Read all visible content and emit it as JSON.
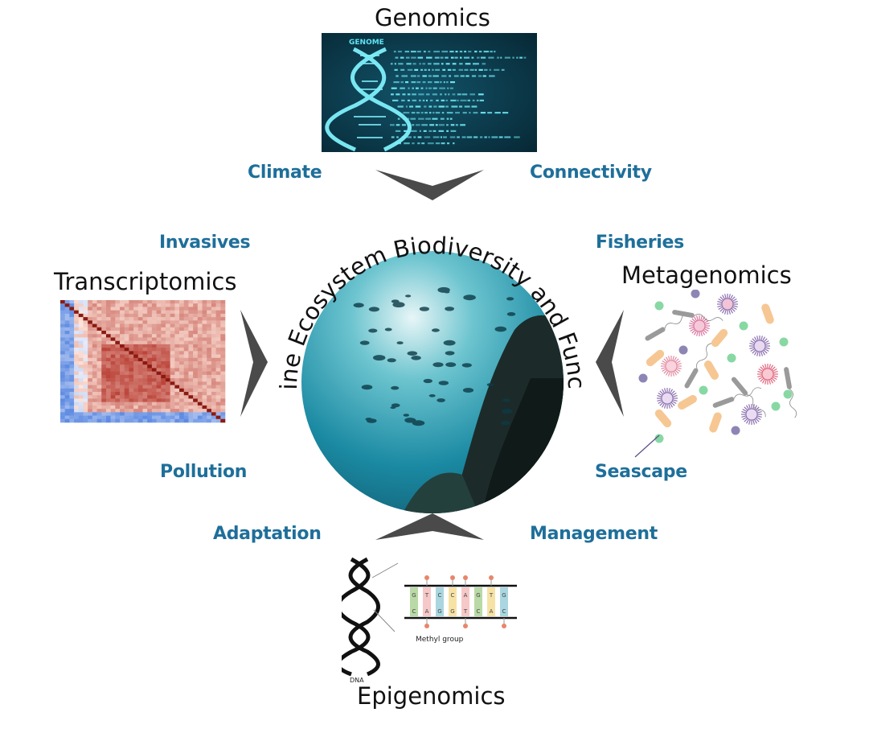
{
  "center_title": "Marine Ecosystem Biodiversity and Function",
  "omics": {
    "genomics": "Genomics",
    "transcriptomics": "Transcriptomics",
    "metagenomics": "Metagenomics",
    "epigenomics": "Epigenomics"
  },
  "topics": {
    "climate": "Climate",
    "connectivity": "Connectivity",
    "invasives": "Invasives",
    "fisheries": "Fisheries",
    "pollution": "Pollution",
    "seascape": "Seascape",
    "adaptation": "Adaptation",
    "management": "Management"
  },
  "genome_panel": {
    "label": "GENOME"
  },
  "epigenome_panel": {
    "dna_label": "DNA",
    "methyl_label": "Methyl group",
    "top_bases": [
      "G",
      "T",
      "C",
      "C",
      "A",
      "G",
      "T",
      "G"
    ],
    "bottom_bases": [
      "C",
      "A",
      "G",
      "G",
      "T",
      "C",
      "A",
      "C"
    ]
  },
  "colors": {
    "topic_blue": "#1e6f9a",
    "arrow_gray": "#4a4a4a",
    "ocean_teal": "#1b8aa3",
    "genome_bg": "#0a2e3b",
    "heatmap_red": "#c0392b"
  }
}
